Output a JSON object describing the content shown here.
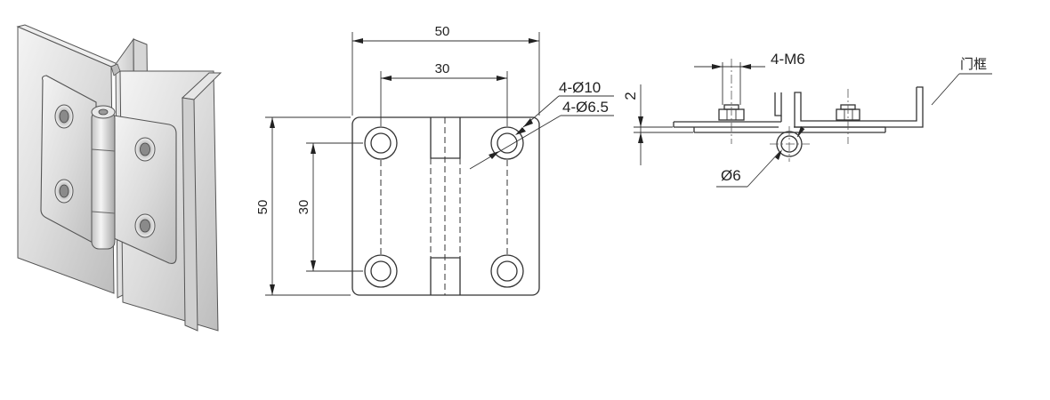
{
  "labels": {
    "overall_width": "50",
    "hole_spacing_x": "30",
    "overall_height": "50",
    "hole_spacing_y": "30",
    "counterbore": "4-Ø10",
    "through_hole": "4-Ø6.5",
    "screw": "4-M6",
    "thickness": "2",
    "pin_diameter": "Ø6",
    "door_frame": "门框"
  }
}
